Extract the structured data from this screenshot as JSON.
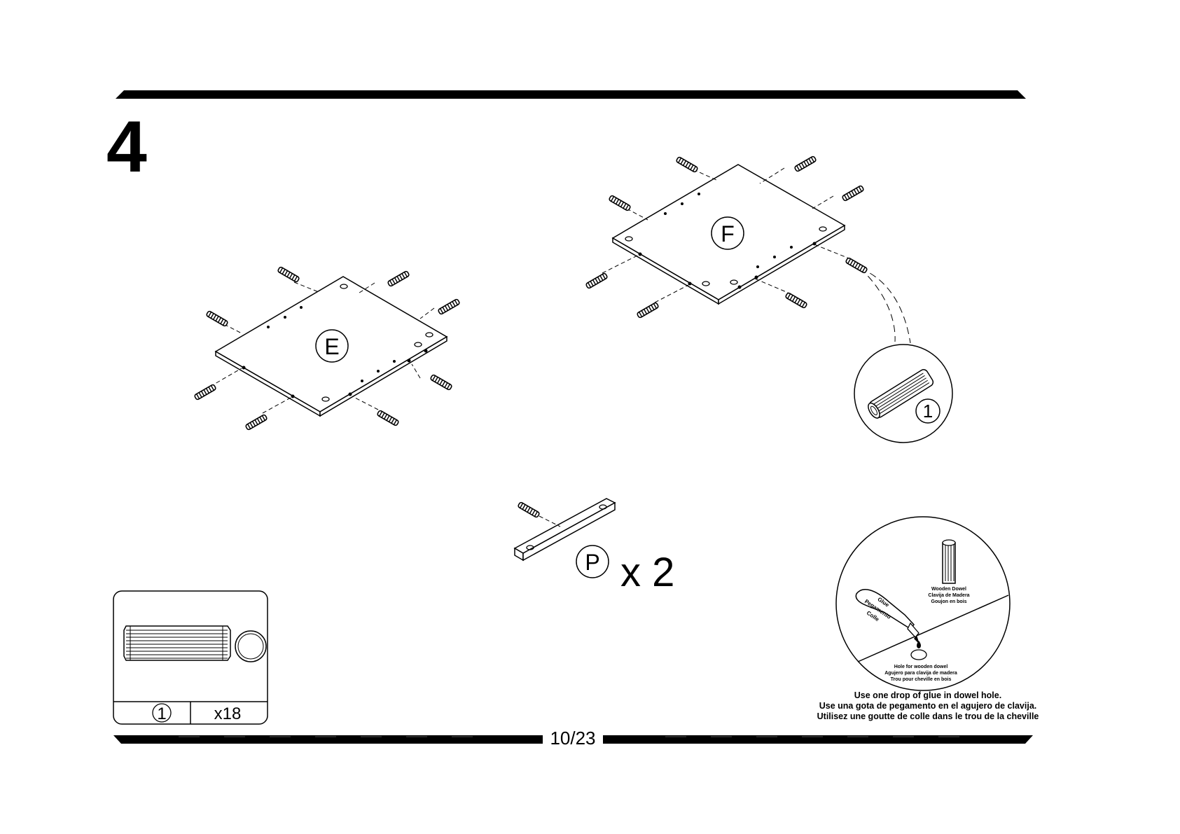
{
  "step": {
    "number": "4"
  },
  "panels": {
    "e_label": "E",
    "f_label": "F",
    "p_label": "P",
    "p_quantity": "x 2"
  },
  "dowel_callout": {
    "part_number": "1"
  },
  "hardware_box": {
    "part_number": "1",
    "quantity": "x18"
  },
  "glue_tip": {
    "dowel_label": [
      "Wooden Dowel",
      "Clavija de Madera",
      "Goujon en bois"
    ],
    "glue_label": [
      "Glue",
      "Pegamento",
      "Colle"
    ],
    "hole_label": [
      "Hole for wooden dowel",
      "Agujero para clavija de madera",
      "Trou pour cheville en bois"
    ],
    "instructions": [
      "Use one drop of glue in dowel hole.",
      "Use una gota de pegamento en el agujero de clavija.",
      "Utilisez une goutte de colle dans le trou de la cheville"
    ]
  },
  "footer": {
    "page": "10/23"
  },
  "icons": [
    "wooden-dowel-icon",
    "glue-bottle-icon",
    "magnifier-circle-icon"
  ]
}
